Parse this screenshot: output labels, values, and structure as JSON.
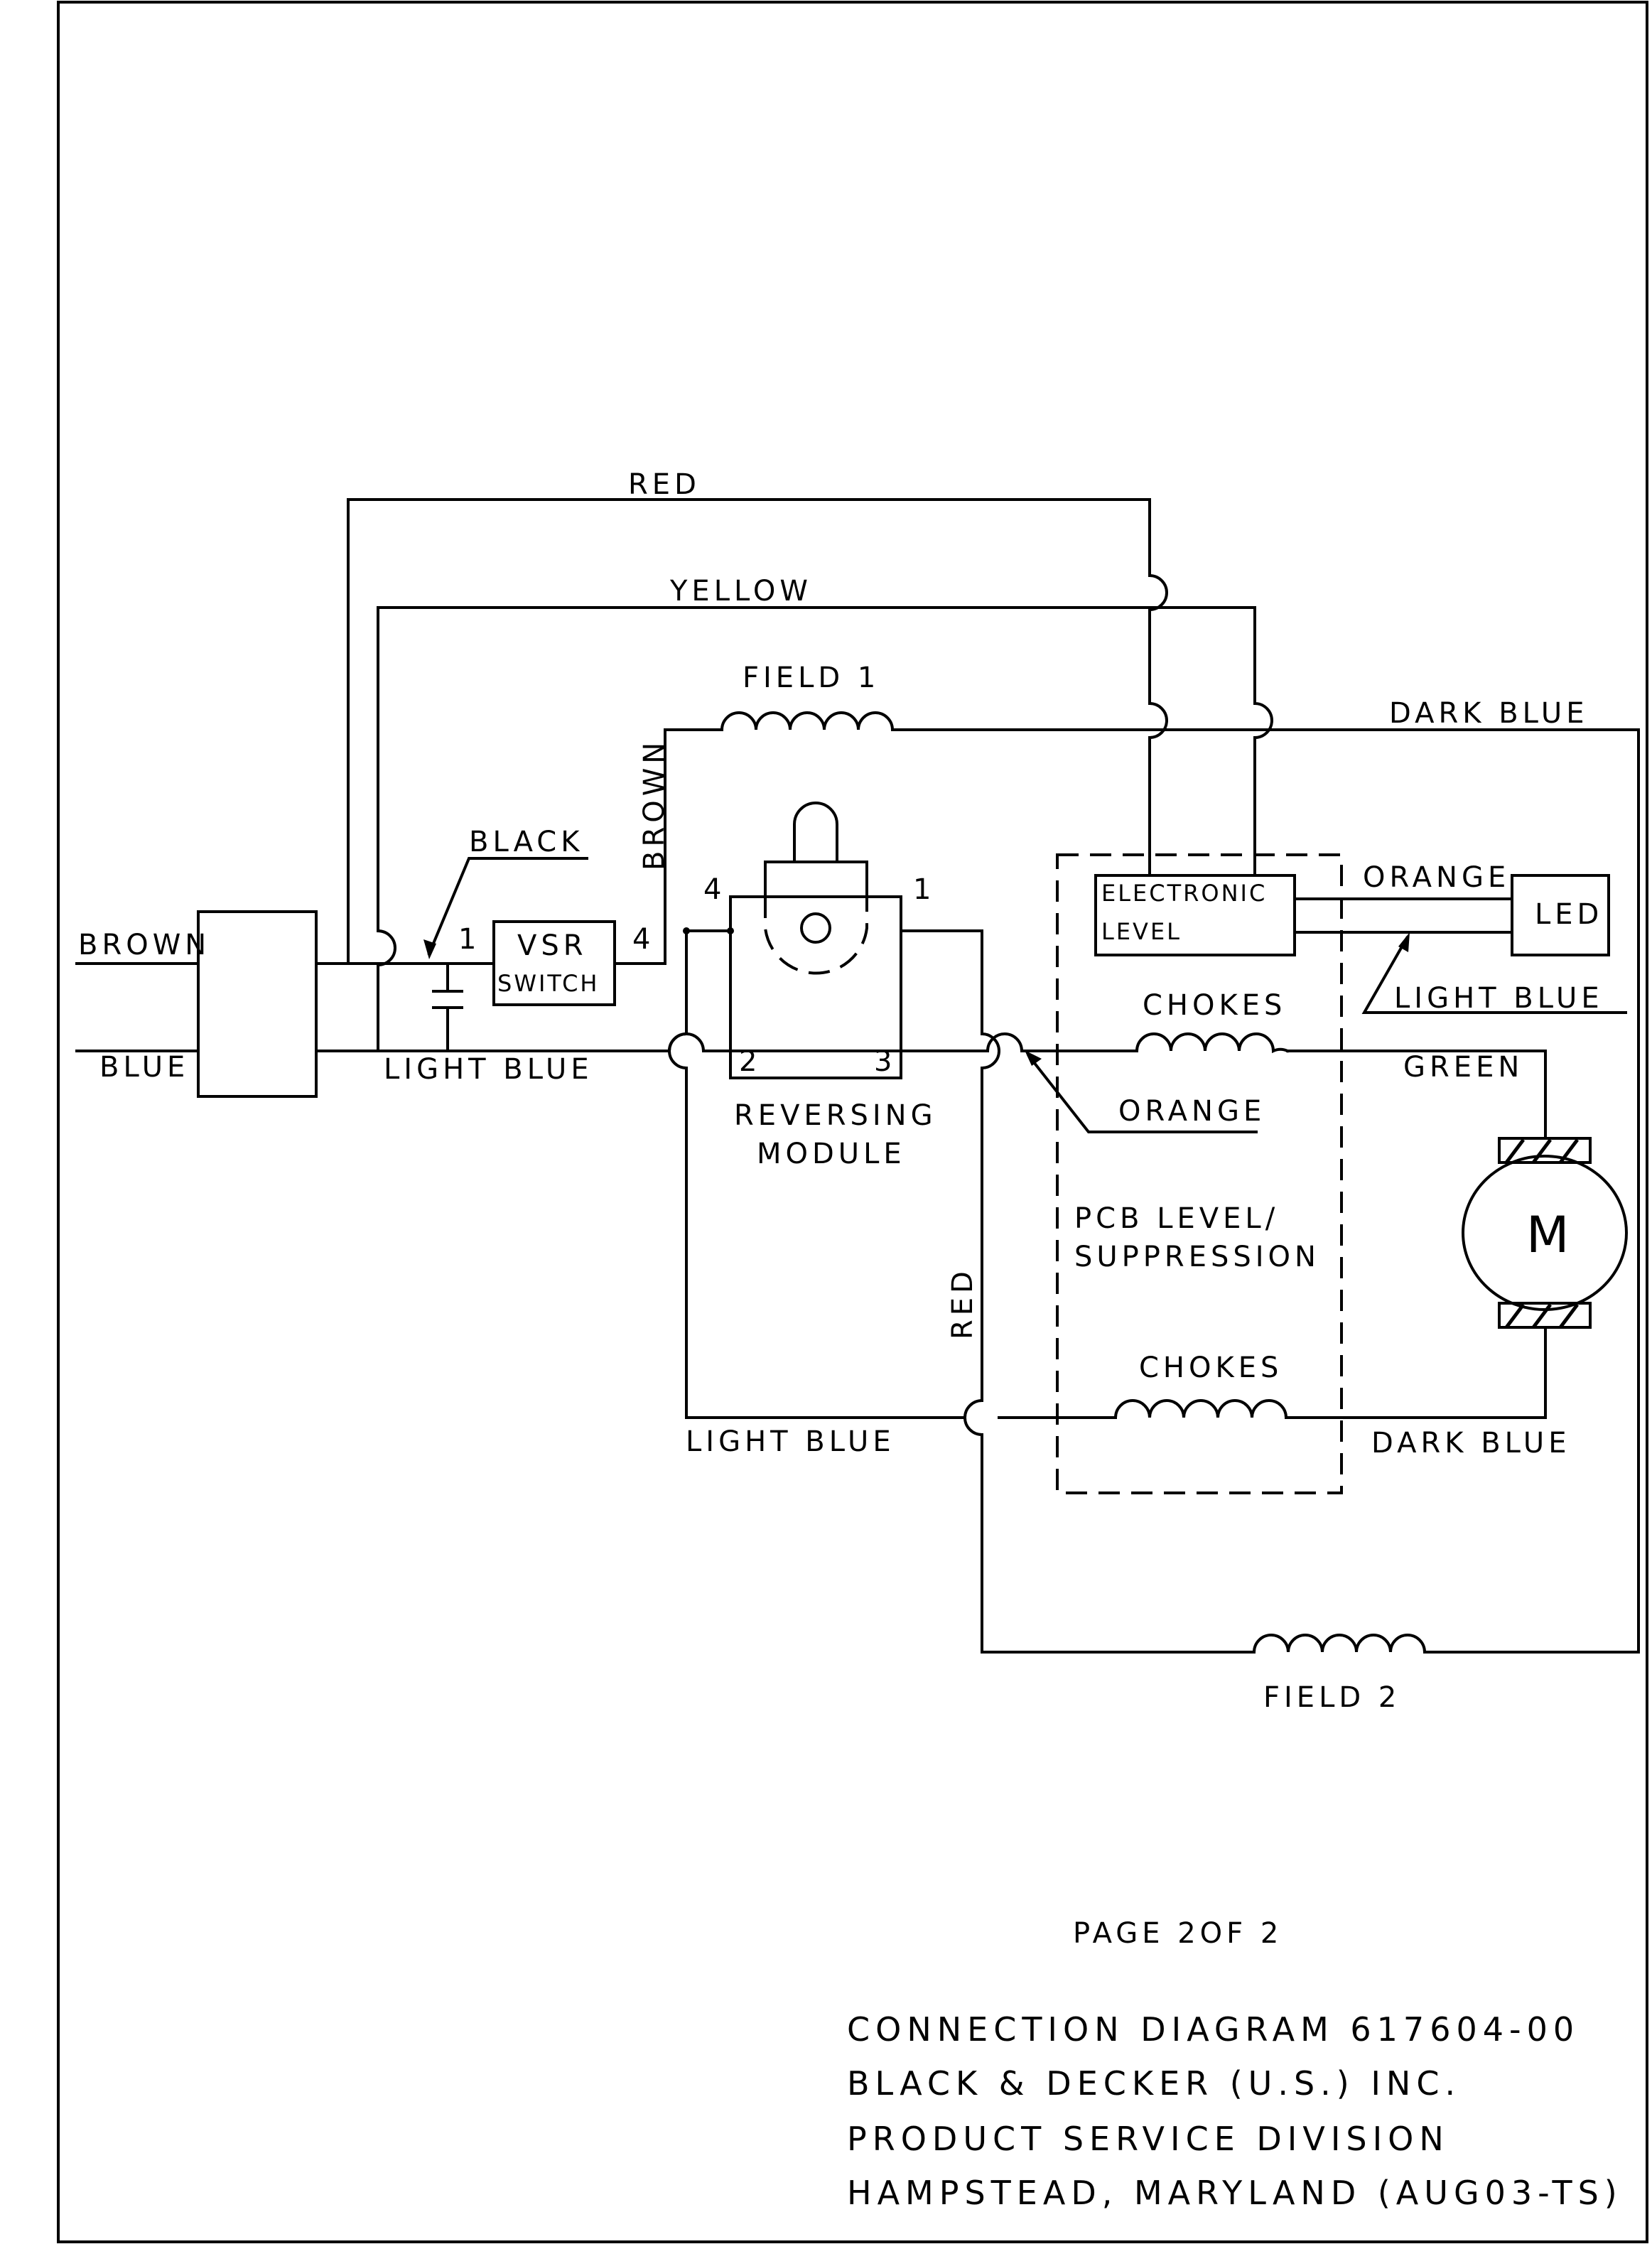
{
  "wires": {
    "red_top": "RED",
    "yellow": "YELLOW",
    "field1": "FIELD 1",
    "dark_blue_top": "DARK BLUE",
    "brown_in": "BROWN",
    "blue_in": "BLUE",
    "black": "BLACK",
    "brown_vertical": "BROWN",
    "light_blue_mid": "LIGHT BLUE",
    "orange_led": "ORANGE",
    "light_blue_led": "LIGHT BLUE",
    "green": "GREEN",
    "orange_choke": "ORANGE",
    "red_vertical": "RED",
    "light_blue_bottom": "LIGHT BLUE",
    "dark_blue_bottom": "DARK BLUE",
    "field2": "FIELD 2"
  },
  "components": {
    "vsr_line1": "VSR",
    "vsr_line2": "SWITCH",
    "vsr_pin1": "1",
    "vsr_pin4": "4",
    "rev_pin4": "4",
    "rev_pin1": "1",
    "rev_pin2": "2",
    "rev_pin3": "3",
    "rev_line1": "REVERSING",
    "rev_line2": "MODULE",
    "elec_line1": "ELECTRONIC",
    "elec_line2": "LEVEL",
    "led": "LED",
    "chokes_top": "CHOKES",
    "chokes_bottom": "CHOKES",
    "pcb_line1": "PCB LEVEL/",
    "pcb_line2": "SUPPRESSION",
    "motor": "M"
  },
  "footer": {
    "page": "PAGE 2OF 2",
    "title": "CONNECTION DIAGRAM 617604-00",
    "company": "BLACK & DECKER (U.S.) INC.",
    "division": "PRODUCT SERVICE DIVISION",
    "location": "HAMPSTEAD, MARYLAND (AUG03-TS)"
  }
}
